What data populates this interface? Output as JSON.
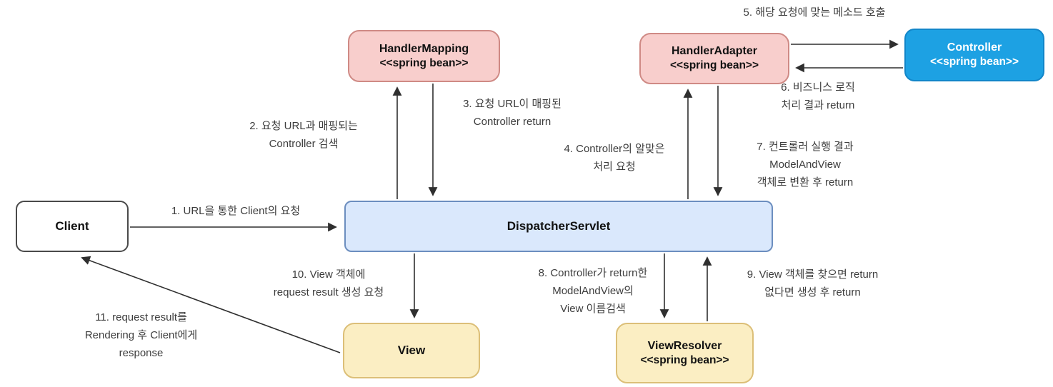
{
  "nodes": {
    "client": {
      "title": "Client"
    },
    "handler_mapping": {
      "title": "HandlerMapping",
      "stereotype": "<<spring bean>>"
    },
    "handler_adapter": {
      "title": "HandlerAdapter",
      "stereotype": "<<spring bean>>"
    },
    "controller": {
      "title": "Controller",
      "stereotype": "<<spring bean>>"
    },
    "dispatcher_servlet": {
      "title": "DispatcherServlet"
    },
    "view": {
      "title": "View"
    },
    "view_resolver": {
      "title": "ViewResolver",
      "stereotype": "<<spring bean>>"
    }
  },
  "labels": {
    "step1": "1. URL을 통한 Client의 요청",
    "step2": "2. 요청 URL과 매핑되는\nController 검색",
    "step3": "3. 요청 URL이 매핑된\nController return",
    "step4": "4. Controller의 알맞은\n처리 요청",
    "step5": "5. 해당 요청에 맞는 메소드 호출",
    "step6": "6. 비즈니스 로직\n처리 결과 return",
    "step7": "7. 컨트롤러 실행 결과\nModelAndView\n객체로 변환 후 return",
    "step8": "8. Controller가 return한\nModelAndView의\nView 이름검색",
    "step9": "9. View 객체를 찾으면 return\n없다면 생성 후 return",
    "step10": "10. View 객체에\nrequest result 생성 요청",
    "step11": "11. request result를\nRendering 후 Client에게\nresponse"
  },
  "colors": {
    "spring_bean_fill": "#f8cecc",
    "spring_bean_border": "#cf8a85",
    "controller_fill": "#1da1e3",
    "dispatcher_fill": "#dae8fc",
    "dispatcher_border": "#6c8ebf",
    "view_fill": "#fbeec3",
    "view_border": "#dcbf78",
    "arrow": "#2f2f2f",
    "label_text": "#3d3d3d"
  }
}
